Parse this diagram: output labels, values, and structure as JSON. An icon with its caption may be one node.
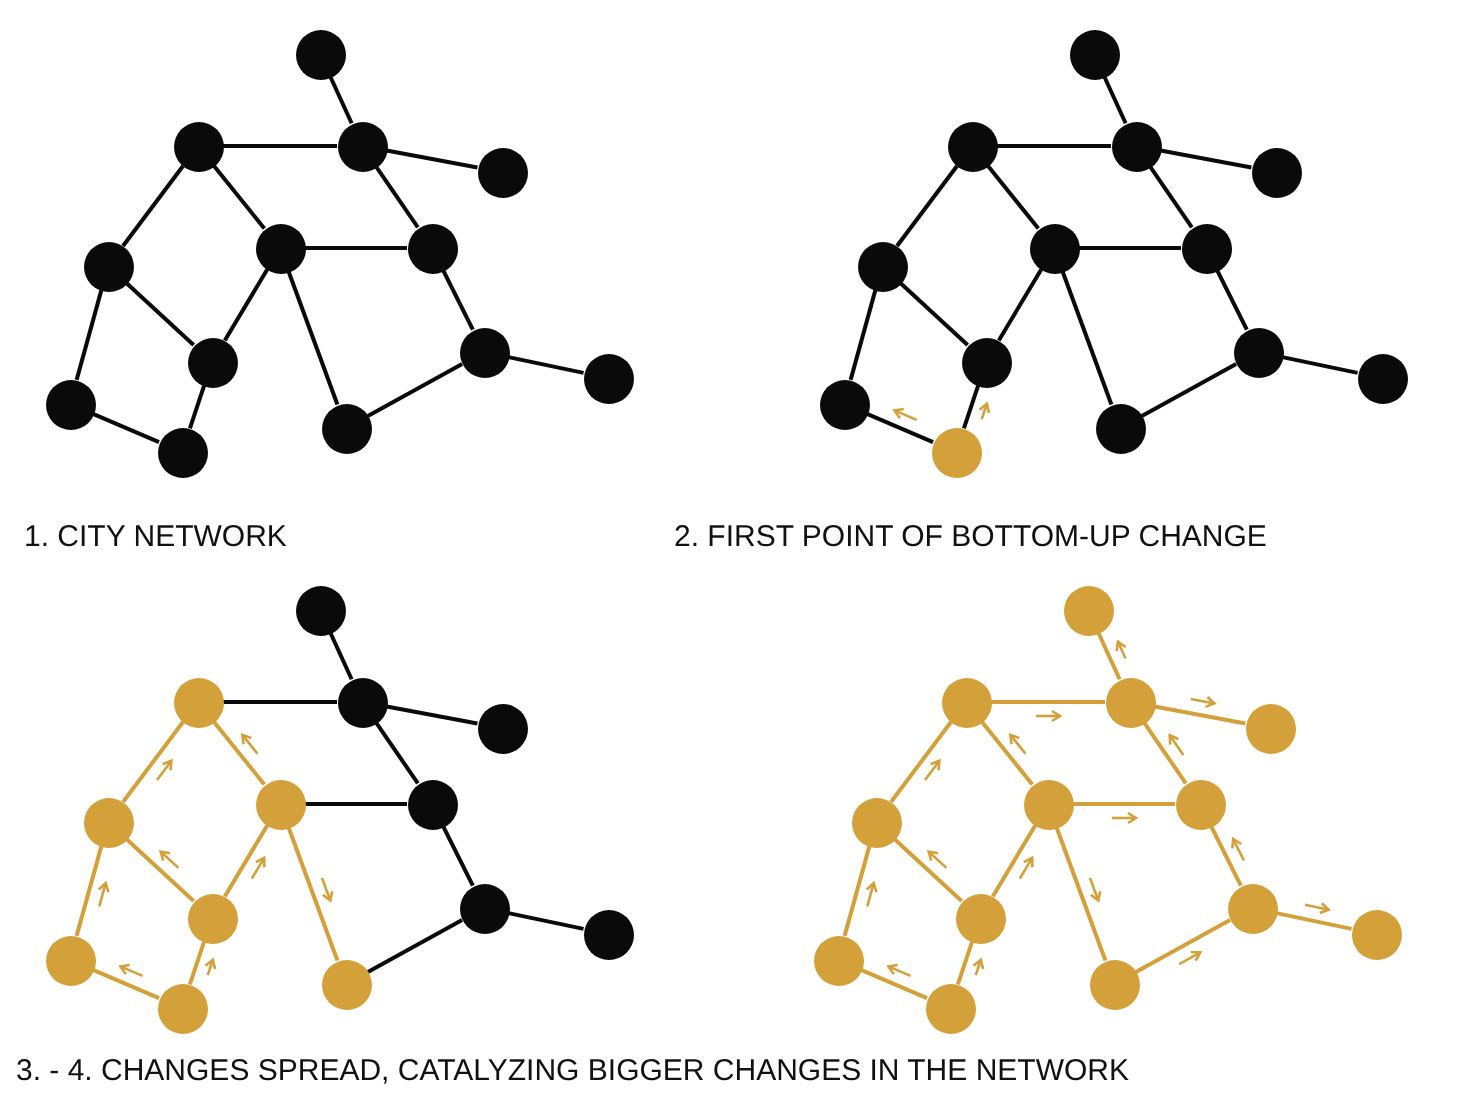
{
  "diagram": {
    "nodes": [
      {
        "text": [],
        "shape": "circle"
      },
      {
        "text": [],
        "shape": "circle"
      },
      {
        "text": [],
        "shape": "circle"
      },
      {
        "text": [],
        "shape": "circle"
      },
      {
        "text": [],
        "shape": "circle"
      },
      {
        "text": [],
        "shape": "circle"
      },
      {
        "text": [],
        "shape": "circle"
      },
      {
        "text": [],
        "shape": "circle"
      },
      {
        "text": [],
        "shape": "circle"
      },
      {
        "text": [],
        "shape": "circle"
      },
      {
        "text": [],
        "shape": "circle"
      },
      {
        "text": [],
        "shape": "circle"
      },
      {
        "text": [],
        "shape": "circle"
      },
      {
        "text": [],
        "shape": "circle"
      },
      {
        "text": [],
        "shape": "circle"
      },
      {
        "text": [],
        "shape": "circle"
      },
      {
        "text": [],
        "shape": "circle"
      },
      {
        "text": [],
        "shape": "circle"
      },
      {
        "text": [],
        "shape": "circle"
      },
      {
        "text": [],
        "shape": "circle"
      },
      {
        "text": [],
        "shape": "circle"
      },
      {
        "text": [],
        "shape": "circle"
      },
      {
        "text": [],
        "shape": "circle"
      },
      {
        "text": [],
        "shape": "circle"
      },
      {
        "text": [],
        "shape": "circle"
      },
      {
        "text": [],
        "shape": "circle"
      },
      {
        "text": [],
        "shape": "circle"
      },
      {
        "text": [],
        "shape": "circle"
      },
      {
        "text": [],
        "shape": "circle"
      },
      {
        "text": [],
        "shape": "circle"
      },
      {
        "text": [],
        "shape": "circle"
      },
      {
        "text": [],
        "shape": "circle"
      },
      {
        "text": [],
        "shape": "circle"
      },
      {
        "text": [],
        "shape": "circle"
      },
      {
        "text": [],
        "shape": "circle"
      },
      {
        "text": [],
        "shape": "circle"
      },
      {
        "text": [],
        "shape": "circle"
      },
      {
        "text": [],
        "shape": "circle"
      },
      {
        "text": [],
        "shape": "circle"
      },
      {
        "text": [],
        "shape": "circle"
      },
      {
        "text": [],
        "shape": "circle"
      },
      {
        "text": [],
        "shape": "circle"
      },
      {
        "text": [],
        "shape": "circle"
      },
      {
        "text": [],
        "shape": "circle"
      },
      {
        "text": [],
        "shape": "circle"
      },
      {
        "text": [],
        "shape": "circle"
      },
      {
        "text": [],
        "shape": "circle"
      },
      {
        "text": [],
        "shape": "circle"
      },
      {
        "text": [],
        "shape": "circle"
      },
      {
        "text": [],
        "shape": "circle"
      },
      {
        "text": [],
        "shape": "circle"
      },
      {
        "text": [],
        "shape": "circle"
      }
    ],
    "edges": [
      {
        "from": 0,
        "to": 2,
        "arrow": "none"
      },
      {
        "from": 1,
        "to": 2,
        "arrow": "none"
      },
      {
        "from": 2,
        "to": 3,
        "arrow": "none"
      },
      {
        "from": 2,
        "to": 6,
        "arrow": "none"
      },
      {
        "from": 1,
        "to": 4,
        "arrow": "none"
      },
      {
        "from": 1,
        "to": 5,
        "arrow": "none"
      },
      {
        "from": 4,
        "to": 7,
        "arrow": "none"
      },
      {
        "from": 4,
        "to": 10,
        "arrow": "none"
      },
      {
        "from": 5,
        "to": 7,
        "arrow": "none"
      },
      {
        "from": 5,
        "to": 6,
        "arrow": "none"
      },
      {
        "from": 5,
        "to": 12,
        "arrow": "none"
      },
      {
        "from": 6,
        "to": 8,
        "arrow": "none"
      },
      {
        "from": 8,
        "to": 9,
        "arrow": "none"
      },
      {
        "from": 8,
        "to": 12,
        "arrow": "none"
      },
      {
        "from": 10,
        "to": 11,
        "arrow": "none"
      },
      {
        "from": 11,
        "to": 7,
        "arrow": "none"
      },
      {
        "from": 13,
        "to": 15,
        "arrow": "none"
      },
      {
        "from": 14,
        "to": 15,
        "arrow": "none"
      },
      {
        "from": 15,
        "to": 16,
        "arrow": "none"
      },
      {
        "from": 15,
        "to": 19,
        "arrow": "none"
      },
      {
        "from": 14,
        "to": 17,
        "arrow": "none"
      },
      {
        "from": 14,
        "to": 18,
        "arrow": "none"
      },
      {
        "from": 17,
        "to": 20,
        "arrow": "none"
      },
      {
        "from": 17,
        "to": 23,
        "arrow": "none"
      },
      {
        "from": 18,
        "to": 20,
        "arrow": "none"
      },
      {
        "from": 18,
        "to": 19,
        "arrow": "none"
      },
      {
        "from": 18,
        "to": 25,
        "arrow": "none"
      },
      {
        "from": 19,
        "to": 21,
        "arrow": "none"
      },
      {
        "from": 21,
        "to": 22,
        "arrow": "none"
      },
      {
        "from": 21,
        "to": 25,
        "arrow": "none"
      },
      {
        "from": 24,
        "to": 23,
        "arrow": "none"
      },
      {
        "from": 24,
        "to": 20,
        "arrow": "none"
      },
      {
        "from": 26,
        "to": 28,
        "arrow": "none"
      },
      {
        "from": 27,
        "to": 28,
        "arrow": "none"
      },
      {
        "from": 28,
        "to": 29,
        "arrow": "none"
      },
      {
        "from": 28,
        "to": 32,
        "arrow": "none"
      },
      {
        "from": 30,
        "to": 27,
        "arrow": "none",
        "color": "#d4a03a"
      },
      {
        "from": 31,
        "to": 27,
        "arrow": "none",
        "color": "#d4a03a"
      },
      {
        "from": 33,
        "to": 30,
        "arrow": "none",
        "color": "#d4a03a"
      },
      {
        "from": 36,
        "to": 30,
        "arrow": "none",
        "color": "#d4a03a"
      },
      {
        "from": 33,
        "to": 31,
        "arrow": "none",
        "color": "#d4a03a"
      },
      {
        "from": 31,
        "to": 32,
        "arrow": "none"
      },
      {
        "from": 31,
        "to": 38,
        "arrow": "none",
        "color": "#d4a03a"
      },
      {
        "from": 32,
        "to": 34,
        "arrow": "none"
      },
      {
        "from": 34,
        "to": 35,
        "arrow": "none"
      },
      {
        "from": 34,
        "to": 38,
        "arrow": "none"
      },
      {
        "from": 37,
        "to": 36,
        "arrow": "none",
        "color": "#d4a03a"
      },
      {
        "from": 37,
        "to": 33,
        "arrow": "none",
        "color": "#d4a03a"
      },
      {
        "from": 41,
        "to": 39,
        "arrow": "none",
        "color": "#d4a03a"
      },
      {
        "from": 40,
        "to": 41,
        "arrow": "none",
        "color": "#d4a03a"
      },
      {
        "from": 41,
        "to": 42,
        "arrow": "none",
        "color": "#d4a03a"
      },
      {
        "from": 45,
        "to": 41,
        "arrow": "none",
        "color": "#d4a03a"
      },
      {
        "from": 43,
        "to": 40,
        "arrow": "none",
        "color": "#d4a03a"
      },
      {
        "from": 44,
        "to": 40,
        "arrow": "none",
        "color": "#d4a03a"
      },
      {
        "from": 46,
        "to": 43,
        "arrow": "none",
        "color": "#d4a03a"
      },
      {
        "from": 49,
        "to": 43,
        "arrow": "none",
        "color": "#d4a03a"
      },
      {
        "from": 46,
        "to": 44,
        "arrow": "none",
        "color": "#d4a03a"
      },
      {
        "from": 44,
        "to": 45,
        "arrow": "none",
        "color": "#d4a03a"
      },
      {
        "from": 44,
        "to": 51,
        "arrow": "none",
        "color": "#d4a03a"
      },
      {
        "from": 47,
        "to": 45,
        "arrow": "none",
        "color": "#d4a03a"
      },
      {
        "from": 47,
        "to": 48,
        "arrow": "none",
        "color": "#d4a03a"
      },
      {
        "from": 51,
        "to": 47,
        "arrow": "none",
        "color": "#d4a03a"
      },
      {
        "from": 50,
        "to": 49,
        "arrow": "none",
        "color": "#d4a03a"
      },
      {
        "from": 50,
        "to": 46,
        "arrow": "none",
        "color": "#d4a03a"
      }
    ],
    "labels": [
      "1. CITY NETWORK",
      "2. FIRST POINT OF BOTTOM-UP CHANGE",
      "3. - 4. CHANGES SPREAD, CATALYZING BIGGER CHANGES IN THE NETWORK"
    ]
  }
}
